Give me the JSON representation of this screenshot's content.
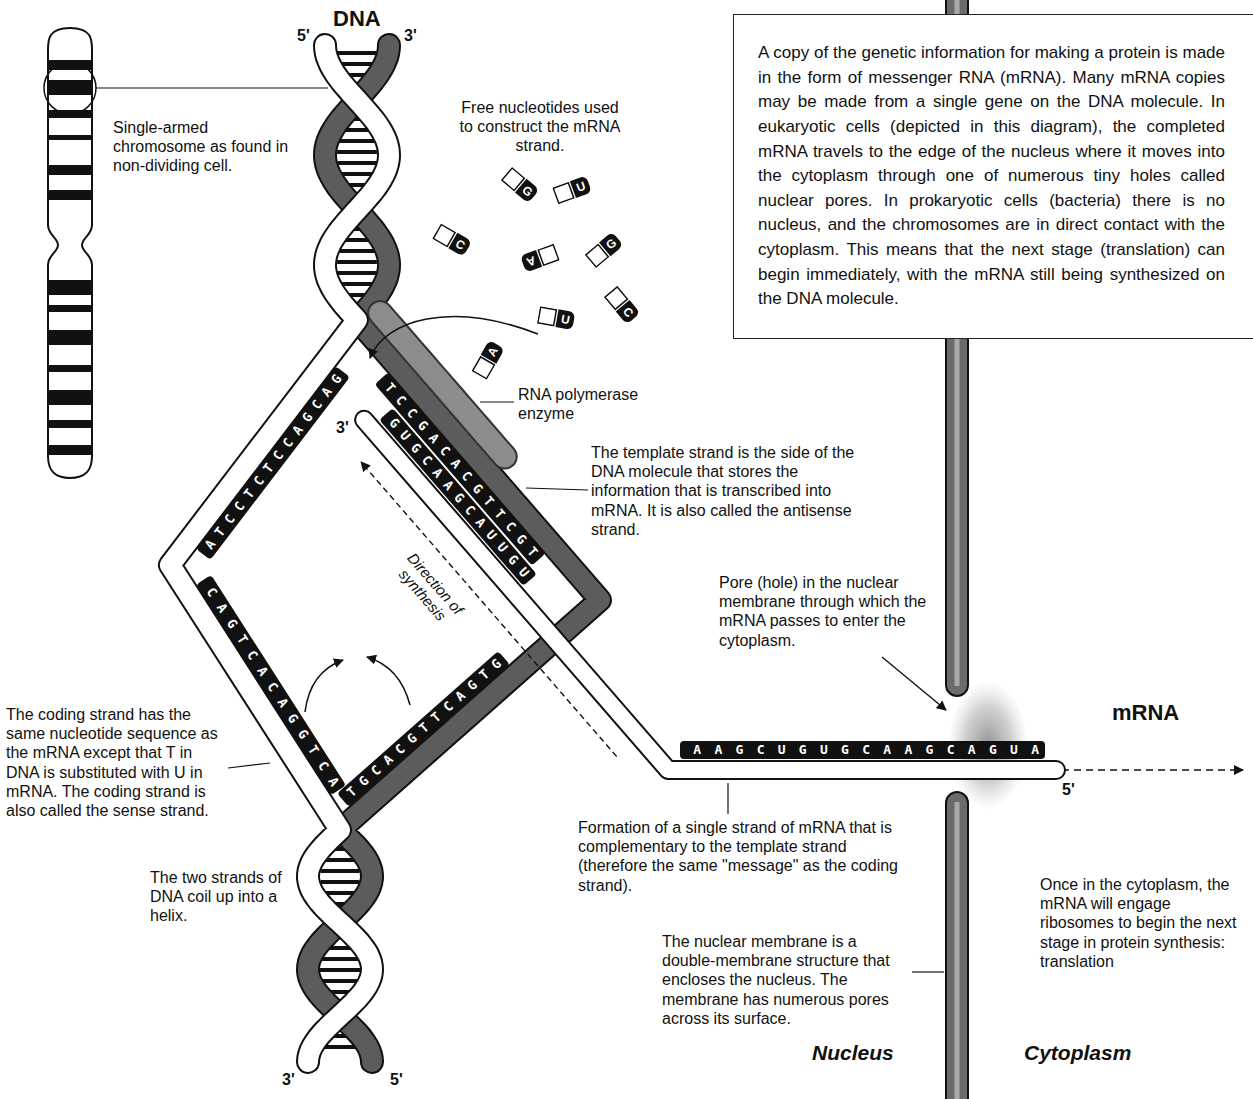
{
  "diagram": {
    "nodes": [
      {
        "text": [
          "A copy of the genetic information for making a protein is made in the form of messenger RNA (mRNA). Many mRNA copies may be made from a single gene on the DNA molecule. In eukaryotic cells (depicted in this diagram), the completed mRNA travels to the edge of the nucleus where it moves into the cytoplasm through one of numerous tiny holes called nuclear pores. In prokaryotic cells (bacteria) there is no nucleus, and the chromosomes are in direct contact with the cytoplasm. This means that the next stage (translation) can begin immediately, with the mRNA still being synthesized on the DNA molecule."
        ]
      }
    ],
    "labels": [
      "DNA",
      "5'",
      "3'",
      "Single-armed chromosome as found in non-dividing cell.",
      "Free nucleotides used to construct the mRNA strand.",
      "G",
      "U",
      "C",
      "G",
      "A",
      "C",
      "U",
      "A",
      "RNA polymerase enzyme",
      "The template strand is the side of the DNA molecule that stores the information that is transcribed into mRNA. It is also called the antisense strand.",
      "3'",
      "TCCGACACGTTCGT",
      "GUGCAAGCAUUGU",
      "ATCCTCTCCAGCAG",
      "CAGTCACAGGTCA",
      "TGCACGTTCAGTG",
      "Direction of synthesis",
      "Pore (hole) in the nuclear membrane through which the mRNA passes to enter the cytoplasm.",
      "mRNA",
      "AAGCUGUGCAAGCAGUA",
      "5'",
      "The coding strand has the same nucleotide sequence as the mRNA except that T in DNA is substituted with U in mRNA. The coding strand is also called the sense strand.",
      "Formation of a single strand of mRNA that is complementary to the template strand (therefore the same \"message\" as the coding strand).",
      "The two strands of DNA coil up into a helix.",
      "The nuclear membrane is a double-membrane structure that encloses the nucleus. The membrane has numerous pores across its surface.",
      "Once in the cytoplasm, the mRNA will engage ribosomes to begin the next stage in protein synthesis: translation",
      "Nucleus",
      "Cytoplasm",
      "3'",
      "5'"
    ]
  }
}
